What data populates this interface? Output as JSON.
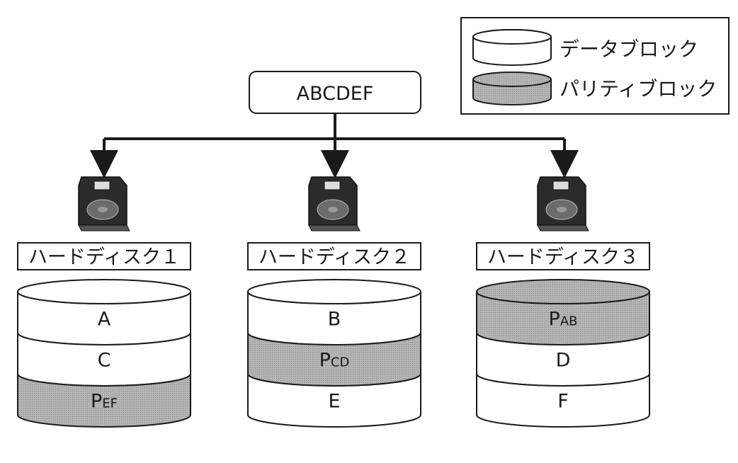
{
  "legend": {
    "data_label": "データブロック",
    "parity_label": "パリティブロック"
  },
  "source": {
    "label": "ABCDEF"
  },
  "colors": {
    "parity": "#a8a8a8",
    "data": "#ffffff",
    "stroke": "#1a1a1a"
  },
  "disks": [
    {
      "label": "ハードディスク１",
      "blocks": [
        {
          "type": "data",
          "label": "A",
          "sub": ""
        },
        {
          "type": "data",
          "label": "C",
          "sub": ""
        },
        {
          "type": "parity",
          "label": "P",
          "sub": "EF"
        }
      ]
    },
    {
      "label": "ハードディスク２",
      "blocks": [
        {
          "type": "data",
          "label": "B",
          "sub": ""
        },
        {
          "type": "parity",
          "label": "P",
          "sub": "CD"
        },
        {
          "type": "data",
          "label": "E",
          "sub": ""
        }
      ]
    },
    {
      "label": "ハードディスク３",
      "blocks": [
        {
          "type": "parity",
          "label": "P",
          "sub": "AB"
        },
        {
          "type": "data",
          "label": "D",
          "sub": ""
        },
        {
          "type": "data",
          "label": "F",
          "sub": ""
        }
      ]
    }
  ]
}
